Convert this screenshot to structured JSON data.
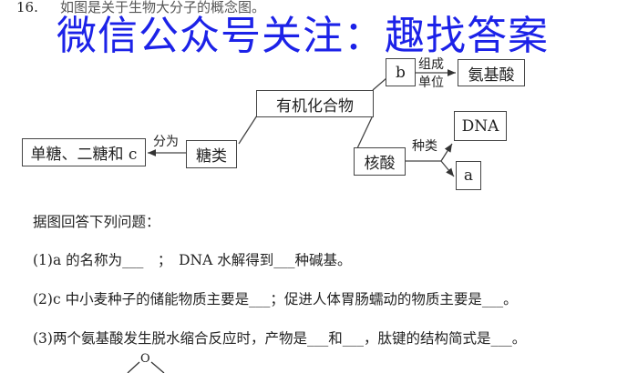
{
  "question": {
    "number": "16.",
    "stem": "如图是关于生物大分子的概念图。",
    "prompt": "据图回答下列问题：",
    "parts": [
      "(1)a 的名称为___　；　DNA 水解得到___种碱基。",
      "(2)c 中小麦种子的储能物质主要是___；促进人体胃肠蠕动的物质主要是___。",
      "(3)两个氨基酸发生脱水缩合反应时，产物是___和___，肽键的结构简式是___。"
    ]
  },
  "watermark": "微信公众号关注：趣找答案",
  "diagram": {
    "root": "有机化合物",
    "b": "b",
    "b_label_top": "组成",
    "b_label_bottom": "单位",
    "amino_acid": "氨基酸",
    "sugar": "糖类",
    "sugar_arrow_label": "分为",
    "sugar_types": "单糖、二糖和 c",
    "nucleic_acid": "核酸",
    "nucleic_arrow_label": "种类",
    "dna": "DNA",
    "a": "a",
    "partial_structure_atom": "O"
  }
}
